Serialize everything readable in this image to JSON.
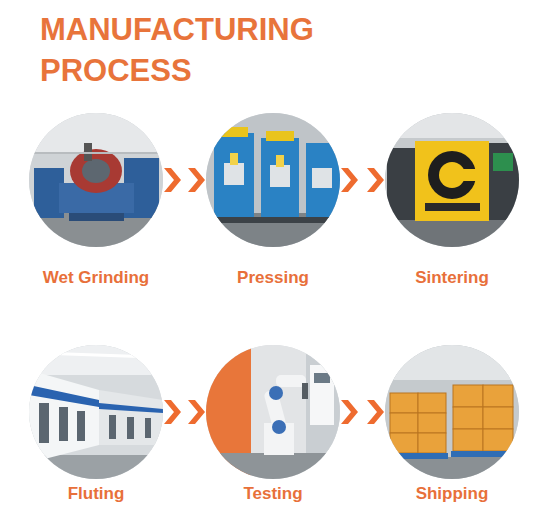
{
  "diagram": {
    "title": "MANUFACTURING PROCESS",
    "nodes": [
      {
        "text": [
          "Wet Grinding"
        ]
      },
      {
        "text": [
          "Pressing"
        ]
      },
      {
        "text": [
          "Sintering"
        ]
      },
      {
        "text": [
          "Fluting"
        ]
      },
      {
        "text": [
          "Testing"
        ]
      },
      {
        "text": [
          "Shipping"
        ]
      }
    ],
    "edges": [
      {
        "from": 0,
        "to": 1,
        "arrow": "to"
      },
      {
        "from": 1,
        "to": 2,
        "arrow": "to"
      },
      {
        "from": 3,
        "to": 4,
        "arrow": "to"
      },
      {
        "from": 4,
        "to": 5,
        "arrow": "to"
      }
    ]
  }
}
